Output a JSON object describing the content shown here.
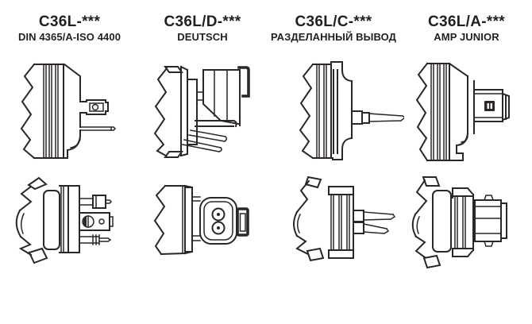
{
  "palette": {
    "background": "#ffffff",
    "text_color": "#231f20",
    "line_color": "#2b2728"
  },
  "figure": {
    "description": "coil-connector-variants",
    "columns": [
      {
        "code": "C36L-***",
        "standard": "DIN 4365/A-ISO 4400",
        "views": {
          "top": "din-plug-side-view-drawing",
          "bottom": "din-plug-top-view-drawing"
        }
      },
      {
        "code": "C36L/D-***",
        "standard": "DEUTSCH",
        "views": {
          "top": "deutsch-connector-side-view-drawing",
          "bottom": "deutsch-connector-face-view-drawing"
        }
      },
      {
        "code": "C36L/C-***",
        "standard": "РАЗДЕЛАННЫЙ ВЫВОД",
        "views": {
          "top": "flying-lead-side-view-drawing",
          "bottom": "flying-leads-top-view-drawing"
        }
      },
      {
        "code": "C36L/A-***",
        "standard": "AMP JUNIOR",
        "views": {
          "top": "amp-junior-side-view-drawing",
          "bottom": "amp-junior-top-view-drawing"
        }
      }
    ]
  }
}
